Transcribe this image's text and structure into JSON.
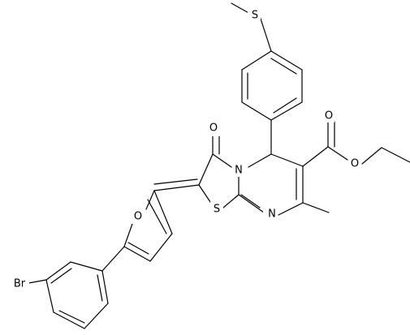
{
  "atoms": {
    "br": "Br",
    "furan_o": "O",
    "thiazole_s": "S",
    "ring_n": "N",
    "imine_n": "N",
    "ketone_o": "O",
    "ester_carbonyl_o": "O",
    "ester_ether_o": "O",
    "thioether_s": "S"
  }
}
